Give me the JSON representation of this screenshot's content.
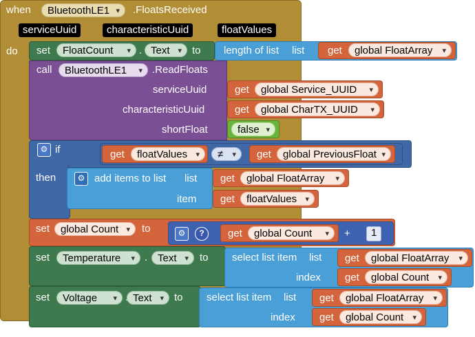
{
  "event": {
    "when_label": "when",
    "component": "BluetoothLE1",
    "event_name": ".FloatsReceived",
    "params": [
      "serviceUuid",
      "characteristicUuid",
      "floatValues"
    ],
    "do_label": "do"
  },
  "set_floatcount": {
    "set_label": "set",
    "component": "FloatCount",
    "dot": ".",
    "property": "Text",
    "to_label": "to",
    "length_label": "length of list",
    "list_label": "list",
    "get_label": "get",
    "var": "global FloatArray"
  },
  "readfloats": {
    "call_label": "call",
    "component": "BluetoothLE1",
    "method": ".ReadFloats",
    "arg1_label": "serviceUuid",
    "arg1_get": "get",
    "arg1_var": "global Service_UUID",
    "arg2_label": "characteristicUuid",
    "arg2_get": "get",
    "arg2_var": "global CharTX_UUID",
    "arg3_label": "shortFloat",
    "arg3_value": "false"
  },
  "if_block": {
    "if_label": "if",
    "then_label": "then",
    "left_get": "get",
    "left_var": "floatValues",
    "op": "≠",
    "right_get": "get",
    "right_var": "global PreviousFloat",
    "add_label": "add items to list",
    "list_label": "list",
    "list_get": "get",
    "list_var": "global FloatArray",
    "item_label": "item",
    "item_get": "get",
    "item_var": "floatValues"
  },
  "set_count": {
    "set_label": "set",
    "var": "global Count",
    "to_label": "to",
    "q": "?",
    "get_label": "get",
    "get_var": "global Count",
    "plus": "+",
    "num": "1"
  },
  "set_temperature": {
    "set_label": "set",
    "component": "Temperature",
    "dot": ".",
    "property": "Text",
    "to_label": "to",
    "select_label": "select list item",
    "list_label": "list",
    "list_get": "get",
    "list_var": "global FloatArray",
    "index_label": "index",
    "index_get": "get",
    "index_var": "global Count"
  },
  "set_voltage": {
    "set_label": "set",
    "component": "Voltage",
    "dot": ".",
    "property": "Text",
    "to_label": "to",
    "select_label": "select list item",
    "list_label": "list",
    "list_get": "get",
    "list_var": "global FloatArray",
    "index_label": "index",
    "index_get": "get",
    "index_var": "global Count"
  },
  "colors": {
    "event": "#b18e35",
    "component_set": "#3f7a4f",
    "procedure": "#7b4f94",
    "control": "#4168a6",
    "list": "#4a9fd7",
    "variable": "#d4643c",
    "logic": "#6cb33e"
  }
}
